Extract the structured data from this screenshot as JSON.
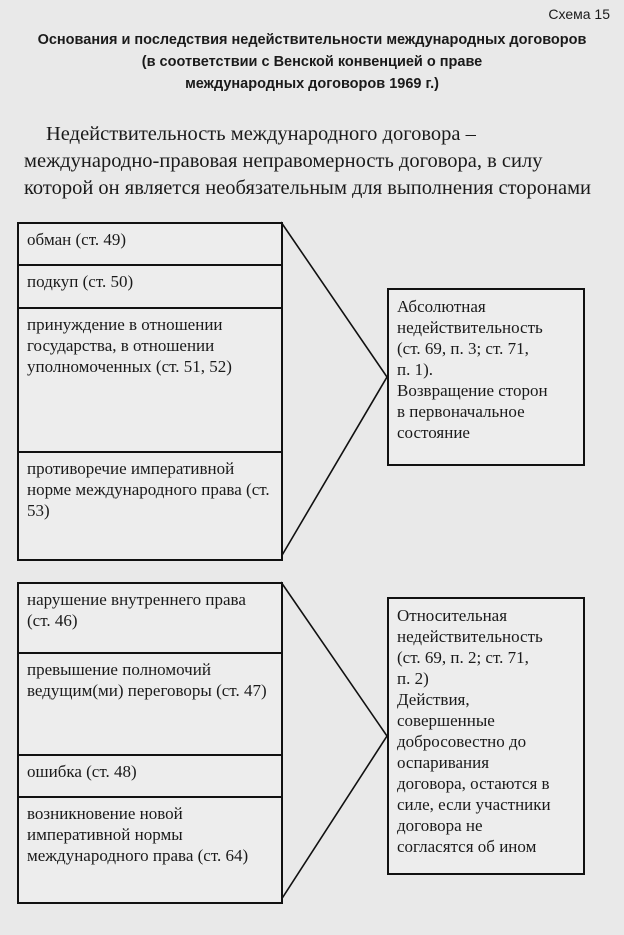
{
  "scheme_label": "Схема 15",
  "title": {
    "line1": "Основания и последствия недействительности международных договоров",
    "line2": "(в соответствии с Венской конвенцией о праве",
    "line3": "международных договоров 1969 г.)"
  },
  "definition": "Недействительность международного договора – международно-правовая неправомерность договора, в силу которой он является необязательным для выполнения сторонами",
  "absolute": {
    "grounds": [
      "обман (ст. 49)",
      "подкуп (ст. 50)",
      "принуждение в отношении государства, в отношении уполномоченных (ст. 51, 52)",
      "противоречие императивной норме международного права (ст. 53)"
    ],
    "result_lines": [
      "Абсолютная",
      "недействительность",
      "(ст. 69, п. 3; ст. 71,",
      "п. 1).",
      "Возвращение сторон",
      "в первоначальное",
      "состояние"
    ]
  },
  "relative": {
    "grounds": [
      "нарушение внутреннего права (ст. 46)",
      "превышение полномочий ведущим(ми) переговоры (ст. 47)",
      "ошибка (ст. 48)",
      "возникновение новой императивной нормы международного права (ст. 64)"
    ],
    "result_lines": [
      "Относительная",
      "недействительность",
      "(ст. 69, п. 2; ст. 71,",
      "п. 2)",
      "Действия,",
      "совершенные",
      "добросовестно до",
      "оспаривания",
      "договора, остаются в",
      "силе, если участники",
      "договора не",
      "согласятся об ином"
    ]
  }
}
